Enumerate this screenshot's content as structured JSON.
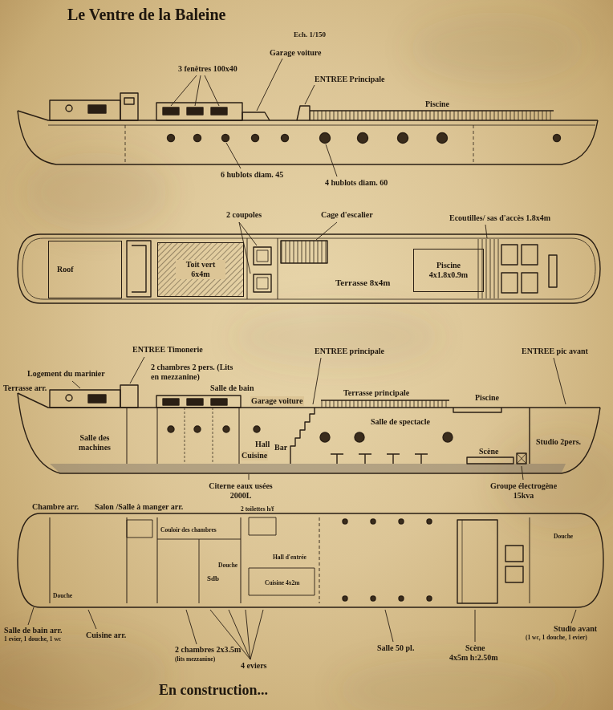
{
  "diagram": {
    "title": "Le Ventre de la Baleine",
    "caption": "En construction...",
    "nodes": [
      {
        "text": [
          "Roof"
        ]
      },
      {
        "text": [
          "Toit vert 6x4m"
        ]
      },
      {
        "text": [
          "Piscine 4x1.8x0.9m"
        ]
      }
    ],
    "labels": [
      "Ech. 1/150",
      "Garage voiture",
      "3 fenêtres 100x40",
      "ENTREE Principale",
      "Piscine",
      "6 hublots diam. 45",
      "4 hublots diam. 60",
      "2 coupoles",
      "Cage d'escalier",
      "Ecoutilles/ sas d'accès 1.8x4m",
      "Terrasse 8x4m",
      "ENTREE Timonerie",
      "ENTREE principale",
      "ENTREE pic avant",
      "Logement du marinier",
      "2 chambres 2 pers. (Lits en mezzanine)",
      "Terrasse arr.",
      "Salle de bain",
      "Garage voiture",
      "Terrasse principale",
      "Piscine",
      "Salle de spectacle",
      "Salle des machines",
      "Hall",
      "Bar",
      "Cuisine",
      "Scène",
      "Studio 2pers.",
      "Citerne eaux usées 2000L",
      "Groupe électrogène 15kva",
      "Chambre arr.",
      "Salon /Salle à manger arr.",
      "2 toilettes h/f",
      "Couloir des chambres",
      "Hall d'entrée",
      "Douche",
      "Sdb",
      "Cuisine 4x2m",
      "Douche",
      "Douche",
      "Salle de bain arr.",
      "1 evier, 1 douche, 1 wc",
      "Cuisine arr.",
      "2 chambres 2x3.5m",
      "(lits mezzanine)",
      "4 eviers",
      "Salle 50 pl.",
      "Scène",
      "4x5m h:2.50m",
      "Studio avant",
      "(1 wc, 1 douche, 1 evier)"
    ]
  }
}
